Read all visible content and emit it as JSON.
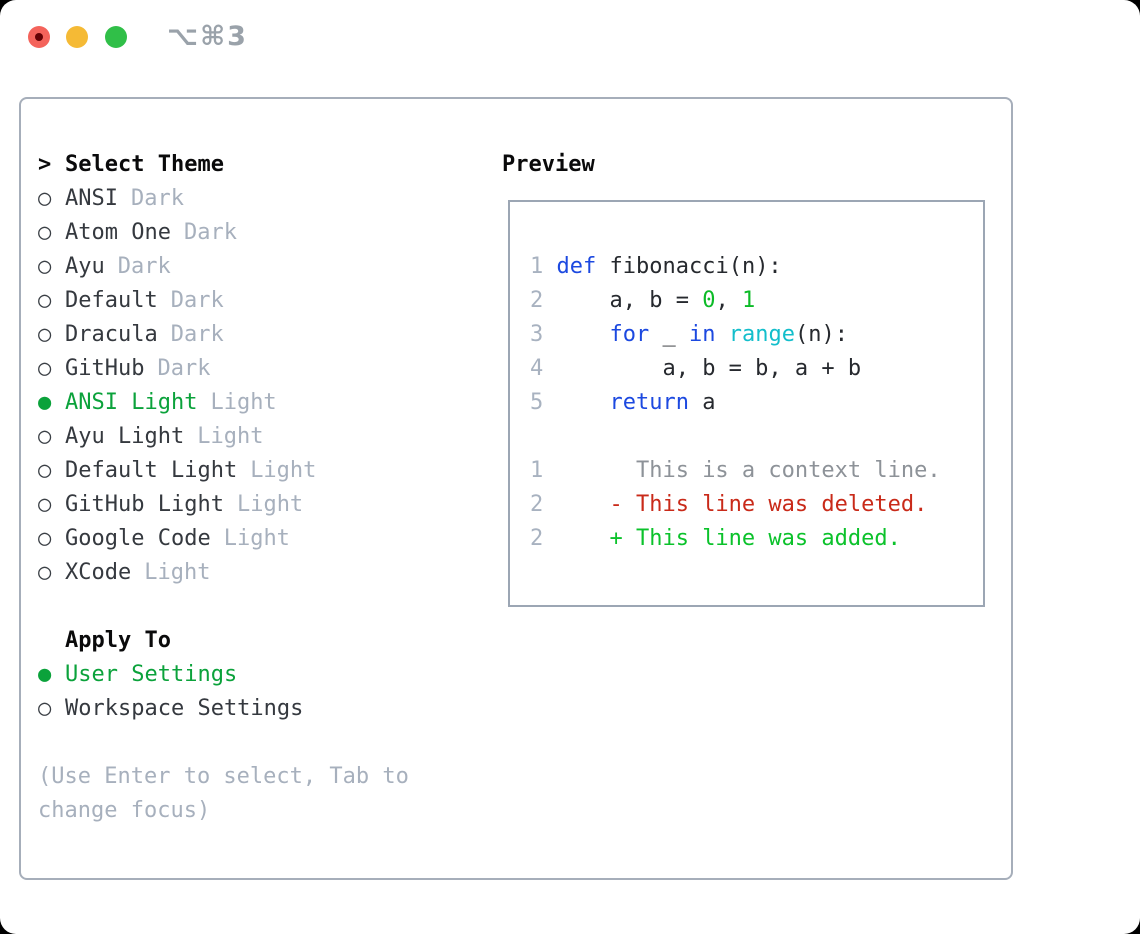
{
  "titlebar": {
    "shortcut": "⌥⌘3"
  },
  "colors": {
    "selected_green": "#0ba23b",
    "keyword_blue": "#1c49e0",
    "builtin_cyan": "#13becb",
    "number_green": "#0cbb27",
    "deleted_red": "#c92a19",
    "added_green": "#0bc22b",
    "muted_gray": "#a7b0bd",
    "traffic_red": "#f4635b",
    "traffic_yellow": "#f5ba35",
    "traffic_green": "#30bf48"
  },
  "theme_panel": {
    "prompt_marker": ">",
    "title": "Select Theme",
    "themes": [
      {
        "marker": "○",
        "label": "ANSI",
        "tag": "Dark",
        "selected": false
      },
      {
        "marker": "○",
        "label": "Atom One",
        "tag": "Dark",
        "selected": false
      },
      {
        "marker": "○",
        "label": "Ayu",
        "tag": "Dark",
        "selected": false
      },
      {
        "marker": "○",
        "label": "Default",
        "tag": "Dark",
        "selected": false
      },
      {
        "marker": "○",
        "label": "Dracula",
        "tag": "Dark",
        "selected": false
      },
      {
        "marker": "○",
        "label": "GitHub",
        "tag": "Dark",
        "selected": false
      },
      {
        "marker": "●",
        "label": "ANSI Light",
        "tag": "Light",
        "selected": true
      },
      {
        "marker": "○",
        "label": "Ayu Light",
        "tag": "Light",
        "selected": false
      },
      {
        "marker": "○",
        "label": "Default Light",
        "tag": "Light",
        "selected": false
      },
      {
        "marker": "○",
        "label": "GitHub Light",
        "tag": "Light",
        "selected": false
      },
      {
        "marker": "○",
        "label": "Google Code",
        "tag": "Light",
        "selected": false
      },
      {
        "marker": "○",
        "label": "XCode",
        "tag": "Light",
        "selected": false
      }
    ],
    "apply_to": {
      "title": "Apply To",
      "options": [
        {
          "marker": "●",
          "label": "User Settings",
          "selected": true
        },
        {
          "marker": "○",
          "label": "Workspace Settings",
          "selected": false
        }
      ]
    },
    "hint_line1": "(Use Enter to select, Tab to",
    "hint_line2": "change focus)"
  },
  "preview": {
    "title": "Preview",
    "code_lines": [
      {
        "num": "1",
        "tokens": [
          {
            "c": "pl",
            "t": " "
          },
          {
            "c": "kw",
            "t": "def"
          },
          {
            "c": "pl",
            "t": " fibonacci(n):"
          }
        ]
      },
      {
        "num": "2",
        "tokens": [
          {
            "c": "pl",
            "t": "     a, b = "
          },
          {
            "c": "num",
            "t": "0"
          },
          {
            "c": "pl",
            "t": ", "
          },
          {
            "c": "num",
            "t": "1"
          }
        ]
      },
      {
        "num": "3",
        "tokens": [
          {
            "c": "pl",
            "t": "     "
          },
          {
            "c": "kw",
            "t": "for"
          },
          {
            "c": "pl",
            "t": " _ "
          },
          {
            "c": "kw",
            "t": "in"
          },
          {
            "c": "pl",
            "t": " "
          },
          {
            "c": "fn",
            "t": "range"
          },
          {
            "c": "pl",
            "t": "(n):"
          }
        ]
      },
      {
        "num": "4",
        "tokens": [
          {
            "c": "pl",
            "t": "         a, b = b, a + b"
          }
        ]
      },
      {
        "num": "5",
        "tokens": [
          {
            "c": "pl",
            "t": "     "
          },
          {
            "c": "kw",
            "t": "return"
          },
          {
            "c": "pl",
            "t": " a"
          }
        ]
      }
    ],
    "diff_lines": [
      {
        "num": "1",
        "tokens": [
          {
            "c": "ctx",
            "t": "       This is a context line."
          }
        ]
      },
      {
        "num": "2",
        "tokens": [
          {
            "c": "del",
            "t": "     - This line was deleted."
          }
        ]
      },
      {
        "num": "2",
        "tokens": [
          {
            "c": "add",
            "t": "     + This line was added."
          }
        ]
      }
    ]
  }
}
